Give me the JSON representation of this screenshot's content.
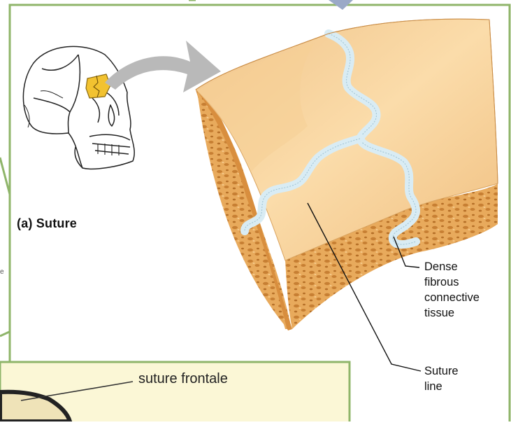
{
  "figure": {
    "panel_label": "(a) Suture",
    "dense_tissue_label": [
      "Dense",
      "fibrous",
      "connective",
      "tissue"
    ],
    "suture_line_label": [
      "Suture",
      "line"
    ],
    "lower_panel_label": "suture frontale",
    "stray_fragment": "e"
  },
  "colors": {
    "frame_green": "#8fb56a",
    "bone_face": "#f3c98a",
    "bone_highlight": "#fbdcaa",
    "spongy_bone": "#e7a552",
    "suture_tissue": "#d9ecf4",
    "skull_highlight": "#f2c230",
    "arrow_gray": "#b9b9b9",
    "lower_panel_bg": "#fbf7d6"
  },
  "icons": [
    "skull-icon",
    "curved-arrow-icon"
  ]
}
